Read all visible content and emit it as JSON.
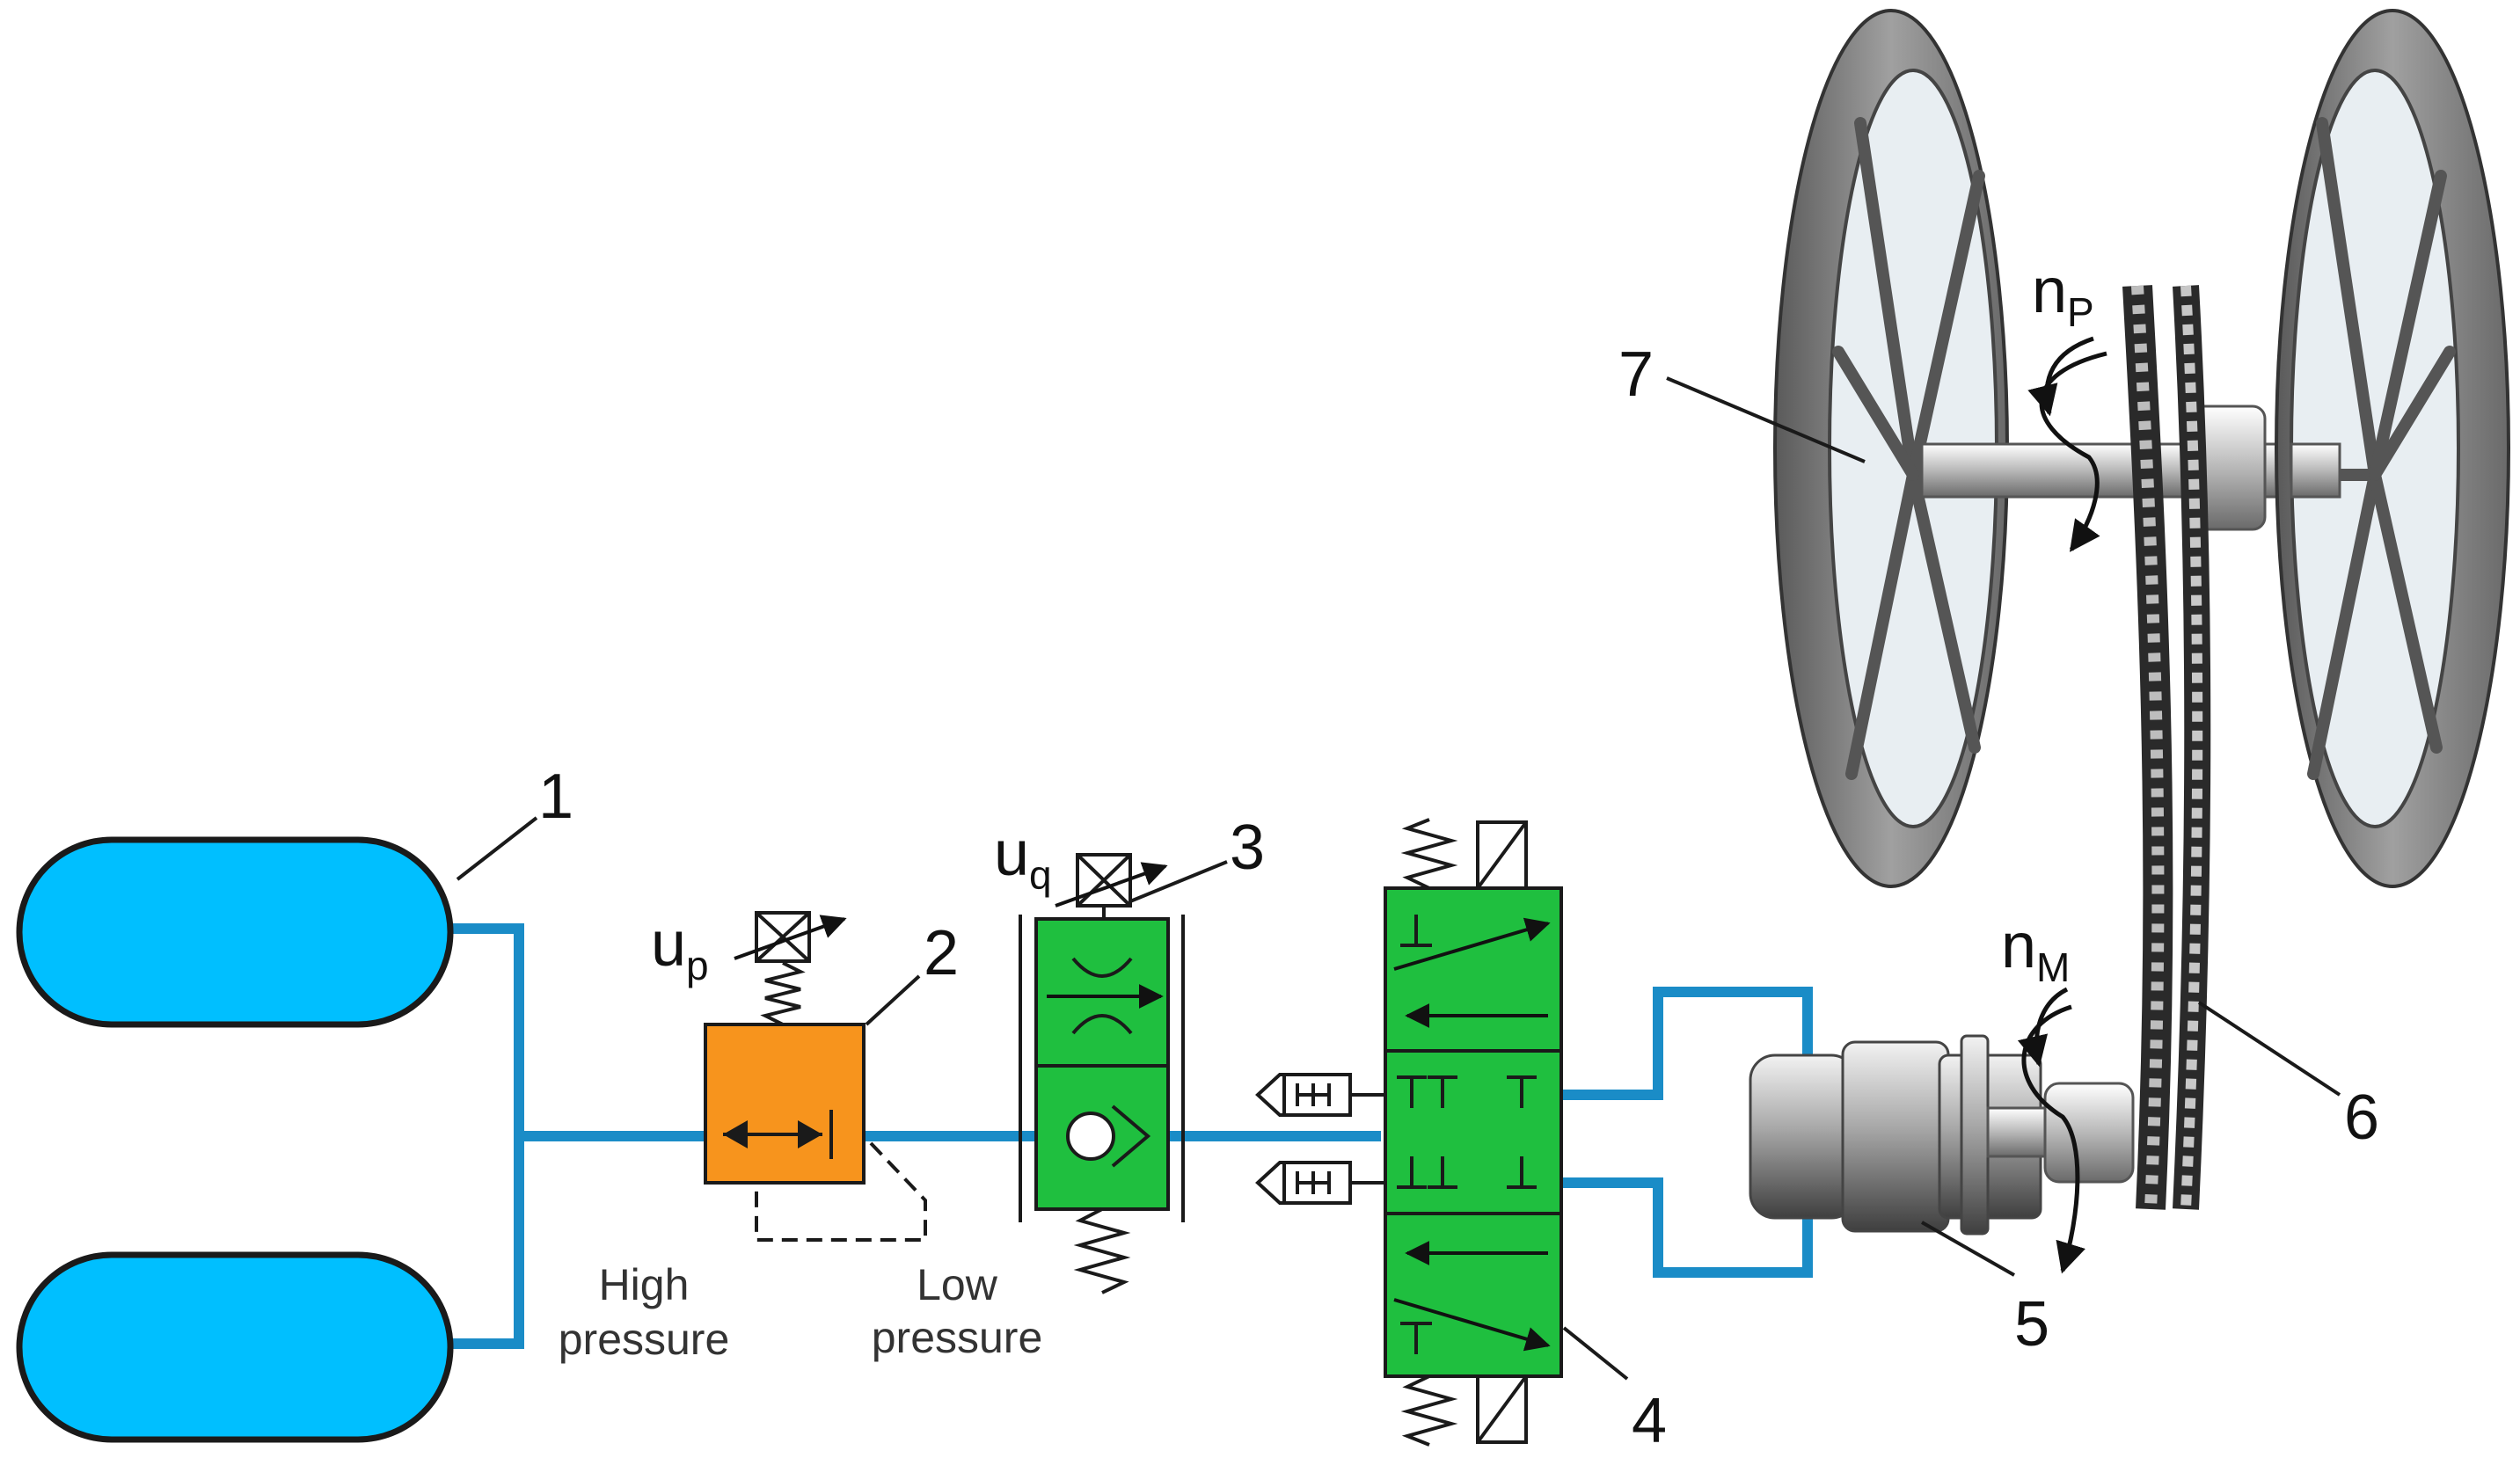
{
  "labels": {
    "one": "1",
    "two": "2",
    "three": "3",
    "four": "4",
    "five": "5",
    "six": "6",
    "seven": "7"
  },
  "symbols": {
    "up": {
      "main": "u",
      "sub": "p"
    },
    "uq": {
      "main": "u",
      "sub": "q"
    },
    "nP": {
      "main": "n",
      "sub": "P"
    },
    "nM": {
      "main": "n",
      "sub": "M"
    }
  },
  "annotations": {
    "high_pressure_line1": "High",
    "high_pressure_line2": "pressure",
    "low_pressure_line1": "Low",
    "low_pressure_line2": "pressure"
  },
  "colors": {
    "tank": "#00bfff",
    "pressure_valve": "#f7941d",
    "flow_valve": "#1fbf3f",
    "directional_valve": "#1fbf3f",
    "pipe": "#1a8cc7",
    "wheel": "#8a8a8a"
  }
}
